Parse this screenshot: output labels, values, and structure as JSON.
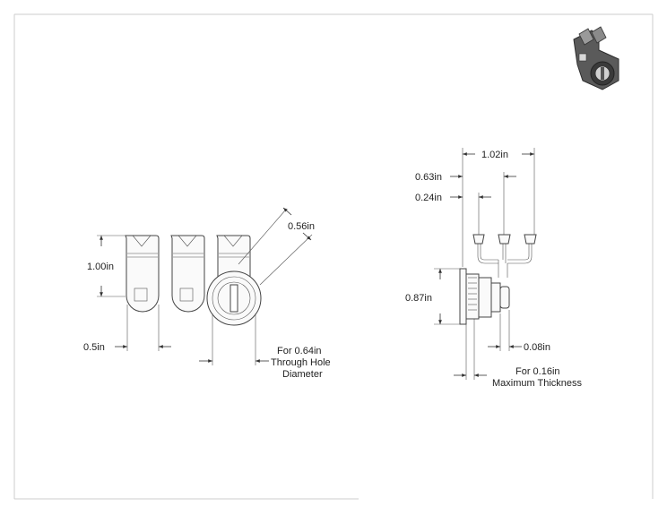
{
  "colors": {
    "line": "#333333",
    "border": "#cccccc",
    "background": "#ffffff",
    "icon_dark": "#3a3a3a",
    "icon_light": "#9a9a9a"
  },
  "front_view": {
    "height_label": "1.00in",
    "offset_label": "0.5in",
    "cam_width_label": "0.56in",
    "hole_label_line1": "For 0.64in",
    "hole_label_line2": "Through Hole",
    "hole_label_line3": "Diameter"
  },
  "side_view": {
    "overall_width_label": "1.02in",
    "dim_063_label": "0.63in",
    "dim_024_label": "0.24in",
    "height_label": "0.87in",
    "dim_008_label": "0.08in",
    "thickness_line1": "For 0.16in",
    "thickness_line2": "Maximum Thickness"
  },
  "thumbnail": {
    "icon": "cam-lock-icon"
  }
}
